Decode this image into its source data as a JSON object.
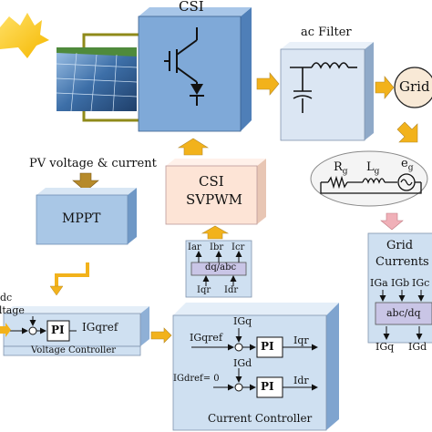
{
  "csi": {
    "title": "CSI"
  },
  "filter": {
    "title": "ac Filter"
  },
  "grid": {
    "label": "Grid"
  },
  "impedance": {
    "r": "R",
    "r_sub": "g",
    "l": "L",
    "l_sub": "g",
    "e": "e",
    "e_sub": "g"
  },
  "pv": {
    "caption": "PV voltage & current"
  },
  "mppt": {
    "label": "MPPT"
  },
  "svpwm": {
    "line1": "CSI",
    "line2": "SVPWM"
  },
  "transform_csi": {
    "outputs": [
      "Iar",
      "Ibr",
      "Icr"
    ],
    "block": "dq/abc",
    "inputs": [
      "Iqr",
      "Idr"
    ]
  },
  "grid_currents": {
    "title1": "Grid",
    "title2": "Currents",
    "inputs": [
      "IGa",
      "IGb",
      "IGc"
    ],
    "block": "abc/dq",
    "outputs": [
      "IGq",
      "IGd"
    ]
  },
  "voltage_controller": {
    "dc_input1": "dc",
    "dc_input2": "voltage",
    "pi": "PI",
    "output": "IGqref",
    "caption": "Voltage Controller"
  },
  "current_controller": {
    "igq": "IGq",
    "igqref": "IGqref",
    "pi_top": "PI",
    "iqr": "Iqr",
    "igd": "IGd",
    "igdref": "IGdref= 0",
    "pi_bottom": "PI",
    "idr": "Idr",
    "caption": "Current Controller"
  },
  "colors": {
    "blue_box": "#7fa9d8",
    "blue_dark": "#4f7fb8",
    "light_blue": "#cfe0f1",
    "svpwm_fill": "#fde4d6",
    "lavender": "#c9c5e6",
    "filter_fill": "#dbe6f3",
    "arrow_yellow": "#f2b21b",
    "arrow_olive": "#b68a2a",
    "pink_arrow": "#f0b0b8"
  }
}
